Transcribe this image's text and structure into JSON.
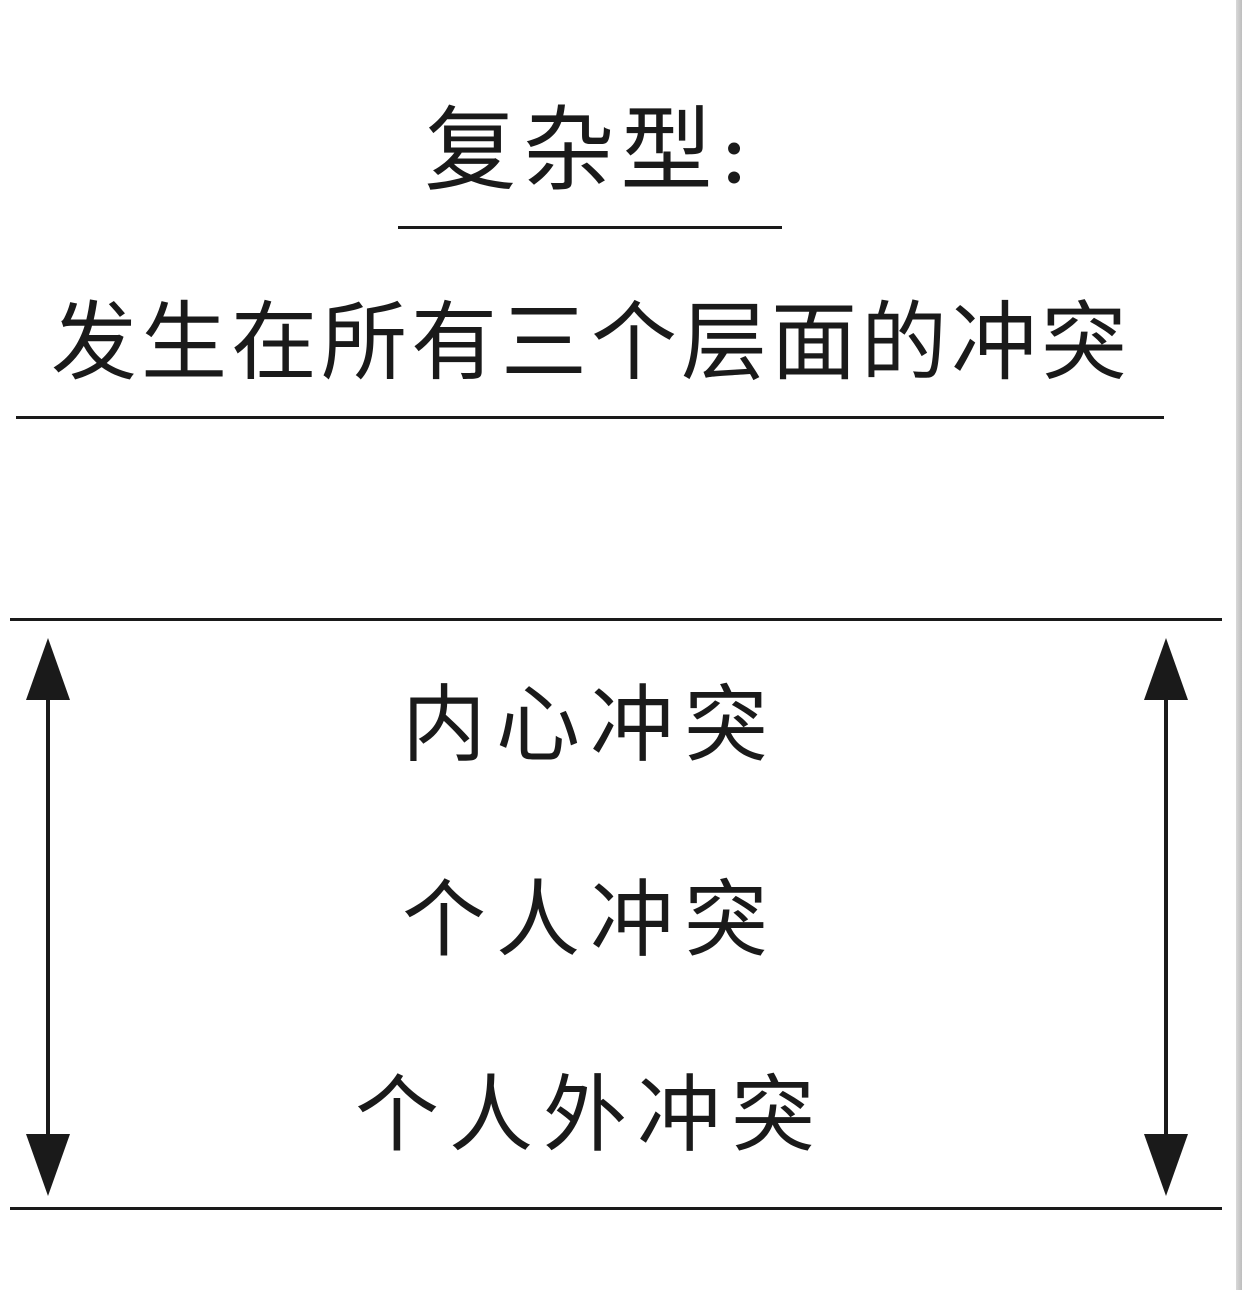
{
  "diagram": {
    "heading": "复杂型:",
    "subheading": "发生在所有三个层面的冲突",
    "levels": [
      {
        "label": "内心冲突"
      },
      {
        "label": "个人冲突"
      },
      {
        "label": "个人外冲突"
      }
    ],
    "line_color": "#1a1a1a",
    "arrow_icon": "double-headed-vertical-arrow-icon"
  }
}
